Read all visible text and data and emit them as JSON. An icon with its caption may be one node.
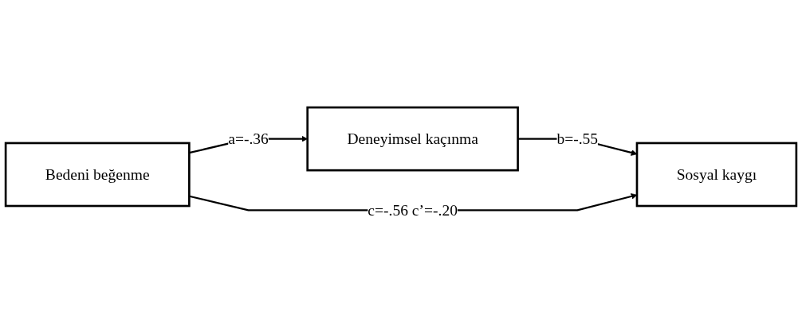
{
  "diagram": {
    "nodes": [
      {
        "text": [
          "Deneyimsel kaçınma"
        ]
      },
      {
        "text": [
          "Bedeni beğenme"
        ]
      },
      {
        "text": [
          "Sosyal kaygı"
        ]
      }
    ],
    "edges": [
      {
        "from": 1,
        "to": 0,
        "arrow": "to",
        "label": "a=-.36"
      },
      {
        "from": 0,
        "to": 2,
        "arrow": "to",
        "label": "b=-.55"
      },
      {
        "from": 1,
        "to": 2,
        "arrow": "to",
        "label": "c=-.56 c’=-.20"
      }
    ]
  }
}
